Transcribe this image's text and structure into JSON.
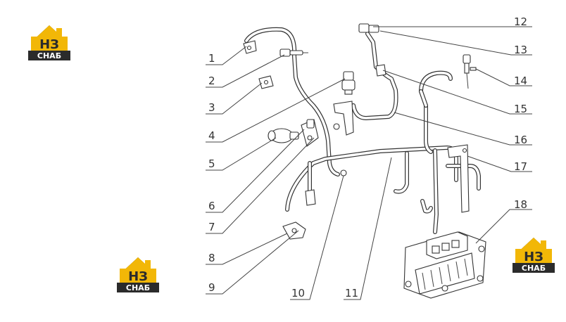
{
  "brand": {
    "logo_letters": "НЗ",
    "logo_word": "СНАБ",
    "colors": {
      "yellow": "#f2b707",
      "dark": "#2b2b2b",
      "white": "#ffffff"
    }
  },
  "callouts": [
    {
      "label": "1"
    },
    {
      "label": "2"
    },
    {
      "label": "3"
    },
    {
      "label": "4"
    },
    {
      "label": "5"
    },
    {
      "label": "6"
    },
    {
      "label": "7"
    },
    {
      "label": "8"
    },
    {
      "label": "9"
    },
    {
      "label": "10"
    },
    {
      "label": "11"
    },
    {
      "label": "12"
    },
    {
      "label": "13"
    },
    {
      "label": "14"
    },
    {
      "label": "15"
    },
    {
      "label": "16"
    },
    {
      "label": "17"
    },
    {
      "label": "18"
    }
  ]
}
